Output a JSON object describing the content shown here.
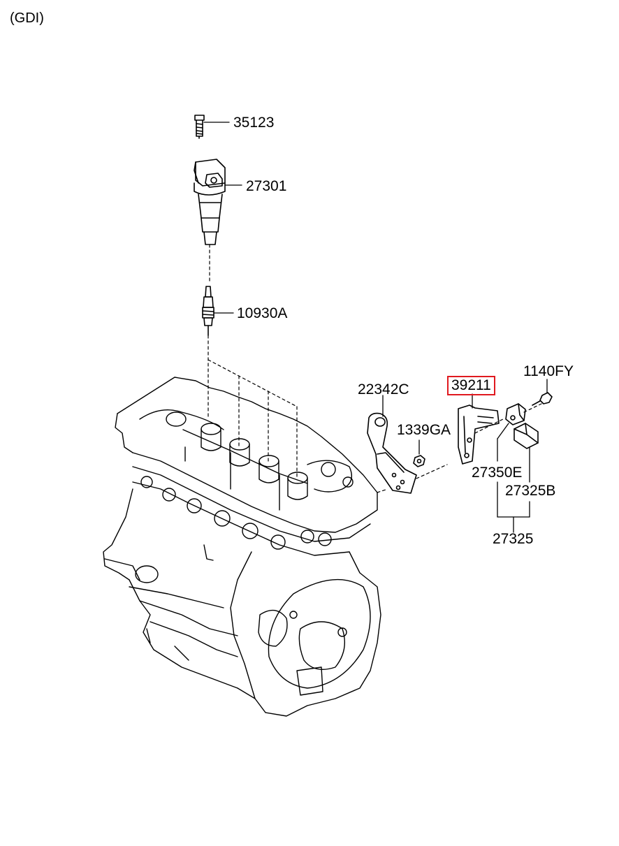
{
  "diagram": {
    "variant_label": "(GDI)",
    "highlight_color": "#e0191f",
    "parts": [
      {
        "id": "p-35123",
        "number": "35123",
        "highlighted": false
      },
      {
        "id": "p-27301",
        "number": "27301",
        "highlighted": false
      },
      {
        "id": "p-10930A",
        "number": "10930A",
        "highlighted": false
      },
      {
        "id": "p-22342C",
        "number": "22342C",
        "highlighted": false
      },
      {
        "id": "p-1339GA",
        "number": "1339GA",
        "highlighted": false
      },
      {
        "id": "p-39211",
        "number": "39211",
        "highlighted": true
      },
      {
        "id": "p-1140FY",
        "number": "1140FY",
        "highlighted": false
      },
      {
        "id": "p-27350E",
        "number": "27350E",
        "highlighted": false
      },
      {
        "id": "p-27325B",
        "number": "27325B",
        "highlighted": false
      },
      {
        "id": "p-27325",
        "number": "27325",
        "highlighted": false
      }
    ]
  }
}
